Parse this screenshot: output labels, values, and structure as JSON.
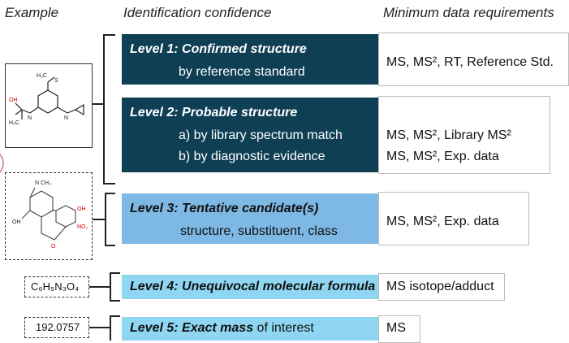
{
  "headers": {
    "example": "Example",
    "confidence": "Identification confidence",
    "requirements": "Minimum data requirements"
  },
  "levels": [
    {
      "title": "Level 1:  Confirmed  structure",
      "subtitle": "by reference standard",
      "requirements": [
        "MS,  MS²,  RT,  Reference Std."
      ]
    },
    {
      "title": "Level 2:  Probable structure",
      "subtitle_a": "a) by library spectrum match",
      "subtitle_b": "b) by diagnostic evidence",
      "requirements": [
        "MS,  MS²,  Library MS²",
        "MS,  MS²,  Exp. data"
      ]
    },
    {
      "title": "Level 3:  Tentative candidate(s)",
      "subtitle": "structure, substituent, class",
      "requirements": [
        "MS,  MS²,  Exp. data"
      ]
    },
    {
      "title": "Level 4:  Unequivocal molecular formula",
      "requirements": [
        "MS isotope/adduct"
      ]
    },
    {
      "title_bold": "Level 5:  Exact mass",
      "title_rest": " of interest",
      "requirements": [
        "MS"
      ]
    }
  ],
  "examples": {
    "formula": "C₆H₅N₃O₄",
    "mass": "192.0757"
  },
  "colors": {
    "dark": "#0f3f54",
    "mid": "#7eb8e4",
    "light": "#8fd6f2"
  }
}
